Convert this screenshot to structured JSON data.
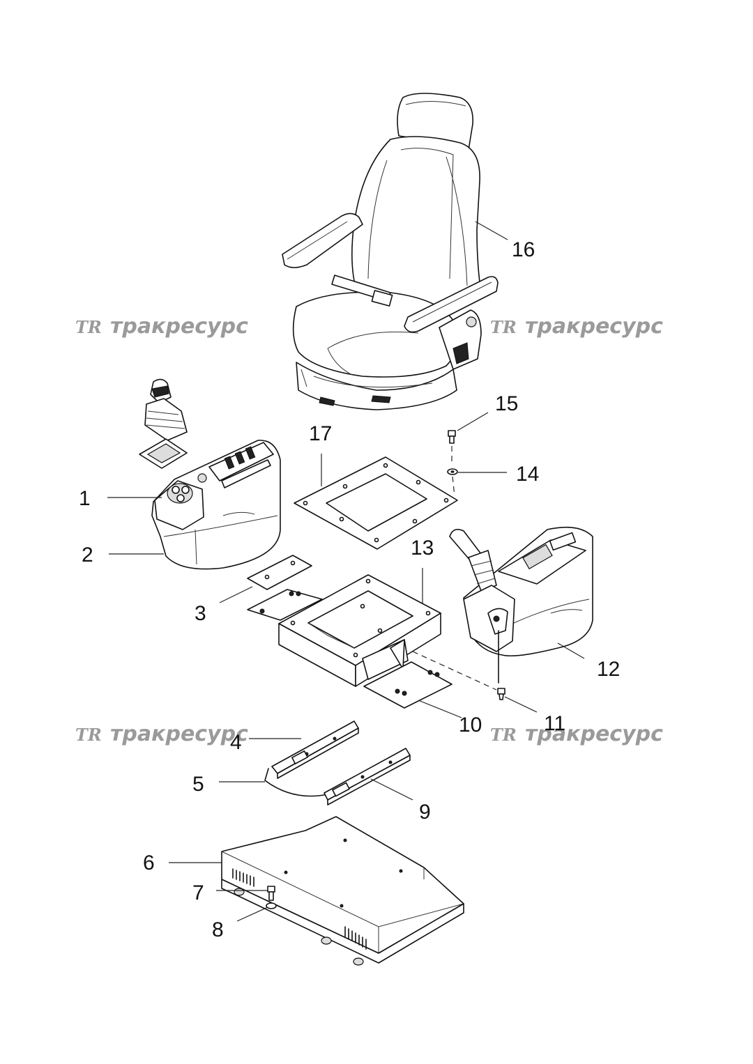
{
  "watermark": {
    "logo": "TR",
    "text": "тракресурс"
  },
  "callouts": [
    {
      "id": "1",
      "text": "1"
    },
    {
      "id": "2",
      "text": "2"
    },
    {
      "id": "3",
      "text": "3"
    },
    {
      "id": "4",
      "text": "4"
    },
    {
      "id": "5",
      "text": "5"
    },
    {
      "id": "6",
      "text": "6"
    },
    {
      "id": "7",
      "text": "7"
    },
    {
      "id": "8",
      "text": "8"
    },
    {
      "id": "9",
      "text": "9"
    },
    {
      "id": "10",
      "text": "10"
    },
    {
      "id": "11",
      "text": "11"
    },
    {
      "id": "12",
      "text": "12"
    },
    {
      "id": "13",
      "text": "13"
    },
    {
      "id": "14",
      "text": "14"
    },
    {
      "id": "15",
      "text": "15"
    },
    {
      "id": "16",
      "text": "16"
    },
    {
      "id": "17",
      "text": "17"
    }
  ]
}
